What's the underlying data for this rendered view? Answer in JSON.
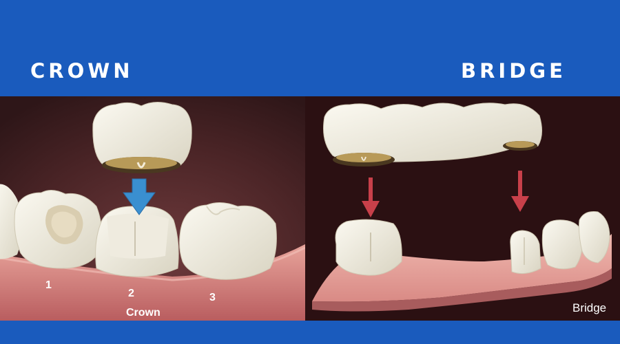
{
  "crown_section": {
    "heading": "CROWN",
    "tooth_numbers": [
      "1",
      "2",
      "3"
    ],
    "caption": "Crown"
  },
  "bridge_section": {
    "heading": "BRIDGE",
    "caption": "Bridge"
  },
  "colors": {
    "background_blue": "#1a5bbd",
    "arrow_blue": "#3a8fd0",
    "arrow_red": "#c8404a",
    "gum_pink": "#d98a85",
    "tooth_ivory": "#f2efe4"
  }
}
